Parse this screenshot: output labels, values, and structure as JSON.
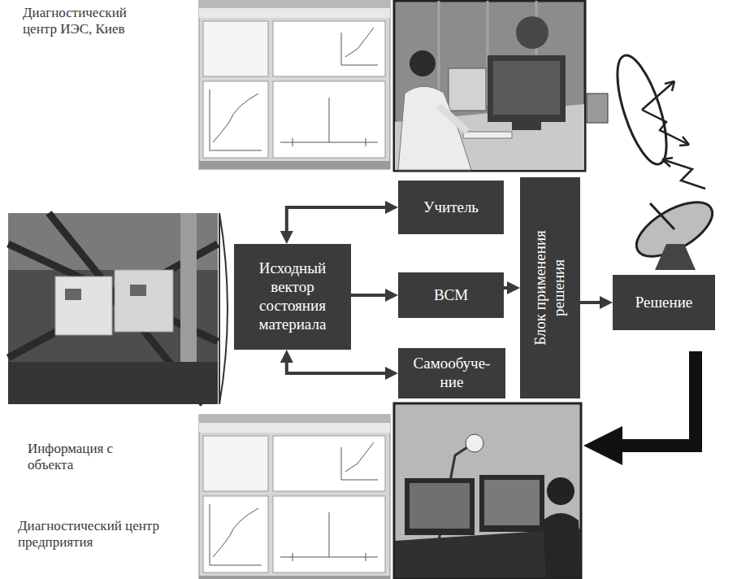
{
  "diagram": {
    "nodes": [
      {
        "text": [
          "Исходный вектор состояния материала"
        ]
      },
      {
        "text": [
          "Учитель"
        ]
      },
      {
        "text": [
          "ВСМ"
        ]
      },
      {
        "text": [
          "Самообуче- ние"
        ]
      },
      {
        "text": [
          "Блок применения решения"
        ]
      },
      {
        "text": [
          "Решение"
        ]
      }
    ],
    "edges": [
      {
        "from": 0,
        "to": 1,
        "arrow": "both"
      },
      {
        "from": 0,
        "to": 2,
        "arrow": "to"
      },
      {
        "from": 0,
        "to": 3,
        "arrow": "both"
      },
      {
        "from": 2,
        "to": 4,
        "arrow": "to"
      },
      {
        "from": 4,
        "to": 5,
        "arrow": "to"
      }
    ],
    "labels": [
      "Диагностический центр ИЭС, Киев",
      "Информация с объекта",
      "Диагностический центр предприятия"
    ]
  }
}
